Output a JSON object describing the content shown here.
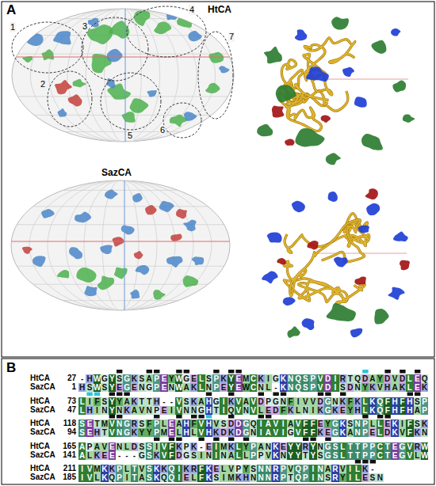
{
  "diagram": {
    "labels": [
      "A",
      "HtCA",
      "1",
      "2",
      "3",
      "4",
      "5",
      "6",
      "7",
      "SazCA",
      "B",
      "HtCA",
      "27",
      "-HWGYSGKSAPEYWGELSPKYEMCKIGKNQSPVDIRTQDAYDVDLEQ",
      "SazCA",
      "1",
      "HSWSYEGENGPENWAKLNPEYEWCNL-KNQSPVDISDNYKVHAKLEK",
      "HtCA",
      "73",
      "LIFSYYAKTTH--VSKAHGIKVAVDPGNFIVVDGNKFKLKQFHFHSP",
      "SazCA",
      "47",
      "LHINYNKAVNPEIVNNGHTIQVNVLEDFKLNIKGKEYHLKQFHFHAP",
      "HtCA",
      "118",
      "SETMVNGRSFPLEAHFVHVSDDGQIAVIAVFFEYGKSNPLLEKIFSK",
      "SazCA",
      "94",
      "SEHTVNGKYYPMELHLVHKDKDGNIAVIGVFFKEGKANPELDKVFKN",
      "HtCA",
      "165",
      "APAVENLDSSIVFKPK-EIMKLYPANKEYYRYNGSLTTPPCTEGVRW",
      "SazCA",
      "141",
      "ALKEE---GSKVFDGSININALLPPVKNYYTYSGSLTTPPCTEGVLW",
      "HtCA",
      "211",
      "IVMKKPLTVSKKQIKRFKELVPYSNNRPVQPINARVILK-",
      "SazCA",
      "185",
      "IVLKQPITASKQQIELFKSIMKHNNNRPTQPINSRYILESN"
    ]
  }
}
